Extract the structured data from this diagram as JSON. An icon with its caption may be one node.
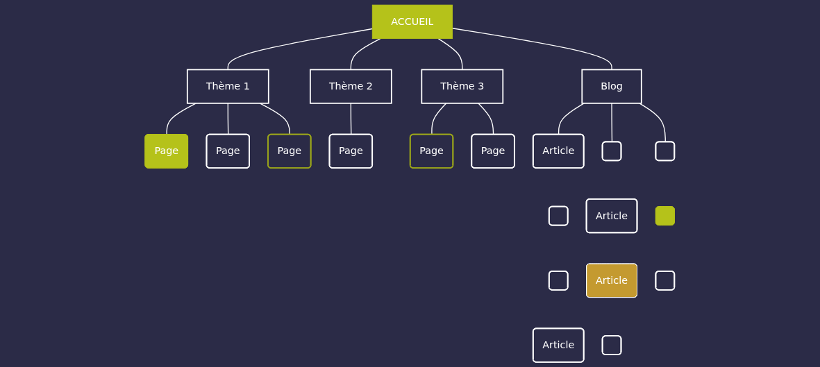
{
  "diagram": {
    "nodes": [
      {
        "text": [
          "ACCUEIL"
        ]
      },
      {
        "text": [
          "Thème 1"
        ]
      },
      {
        "text": [
          "Thème 2"
        ]
      },
      {
        "text": [
          "Thème 3"
        ]
      },
      {
        "text": [
          "Blog"
        ]
      },
      {
        "text": [
          "Page"
        ]
      },
      {
        "text": [
          "Page"
        ]
      },
      {
        "text": [
          "Page"
        ]
      },
      {
        "text": [
          "Page"
        ]
      },
      {
        "text": [
          "Page"
        ]
      },
      {
        "text": [
          "Page"
        ]
      },
      {
        "text": [
          "Article"
        ]
      },
      {
        "text": [],
        "shape": "box"
      },
      {
        "text": [],
        "shape": "box"
      },
      {
        "text": [],
        "shape": "box"
      },
      {
        "text": [
          "Article"
        ]
      },
      {
        "text": [],
        "shape": "box"
      },
      {
        "text": [],
        "shape": "box"
      },
      {
        "text": [
          "Article"
        ]
      },
      {
        "text": [],
        "shape": "box"
      },
      {
        "text": [
          "Article"
        ]
      },
      {
        "text": [],
        "shape": "box"
      }
    ],
    "edges": [
      {
        "from": 0,
        "to": 1,
        "arrow": "none"
      },
      {
        "from": 0,
        "to": 2,
        "arrow": "none"
      },
      {
        "from": 0,
        "to": 3,
        "arrow": "none"
      },
      {
        "from": 0,
        "to": 4,
        "arrow": "none"
      },
      {
        "from": 1,
        "to": 5,
        "arrow": "none"
      },
      {
        "from": 1,
        "to": 6,
        "arrow": "none"
      },
      {
        "from": 1,
        "to": 7,
        "arrow": "none"
      },
      {
        "from": 2,
        "to": 8,
        "arrow": "none"
      },
      {
        "from": 3,
        "to": 9,
        "arrow": "none"
      },
      {
        "from": 3,
        "to": 10,
        "arrow": "none"
      },
      {
        "from": 4,
        "to": 11,
        "arrow": "none"
      },
      {
        "from": 4,
        "to": 12,
        "arrow": "none"
      },
      {
        "from": 4,
        "to": 13,
        "arrow": "none"
      }
    ]
  }
}
